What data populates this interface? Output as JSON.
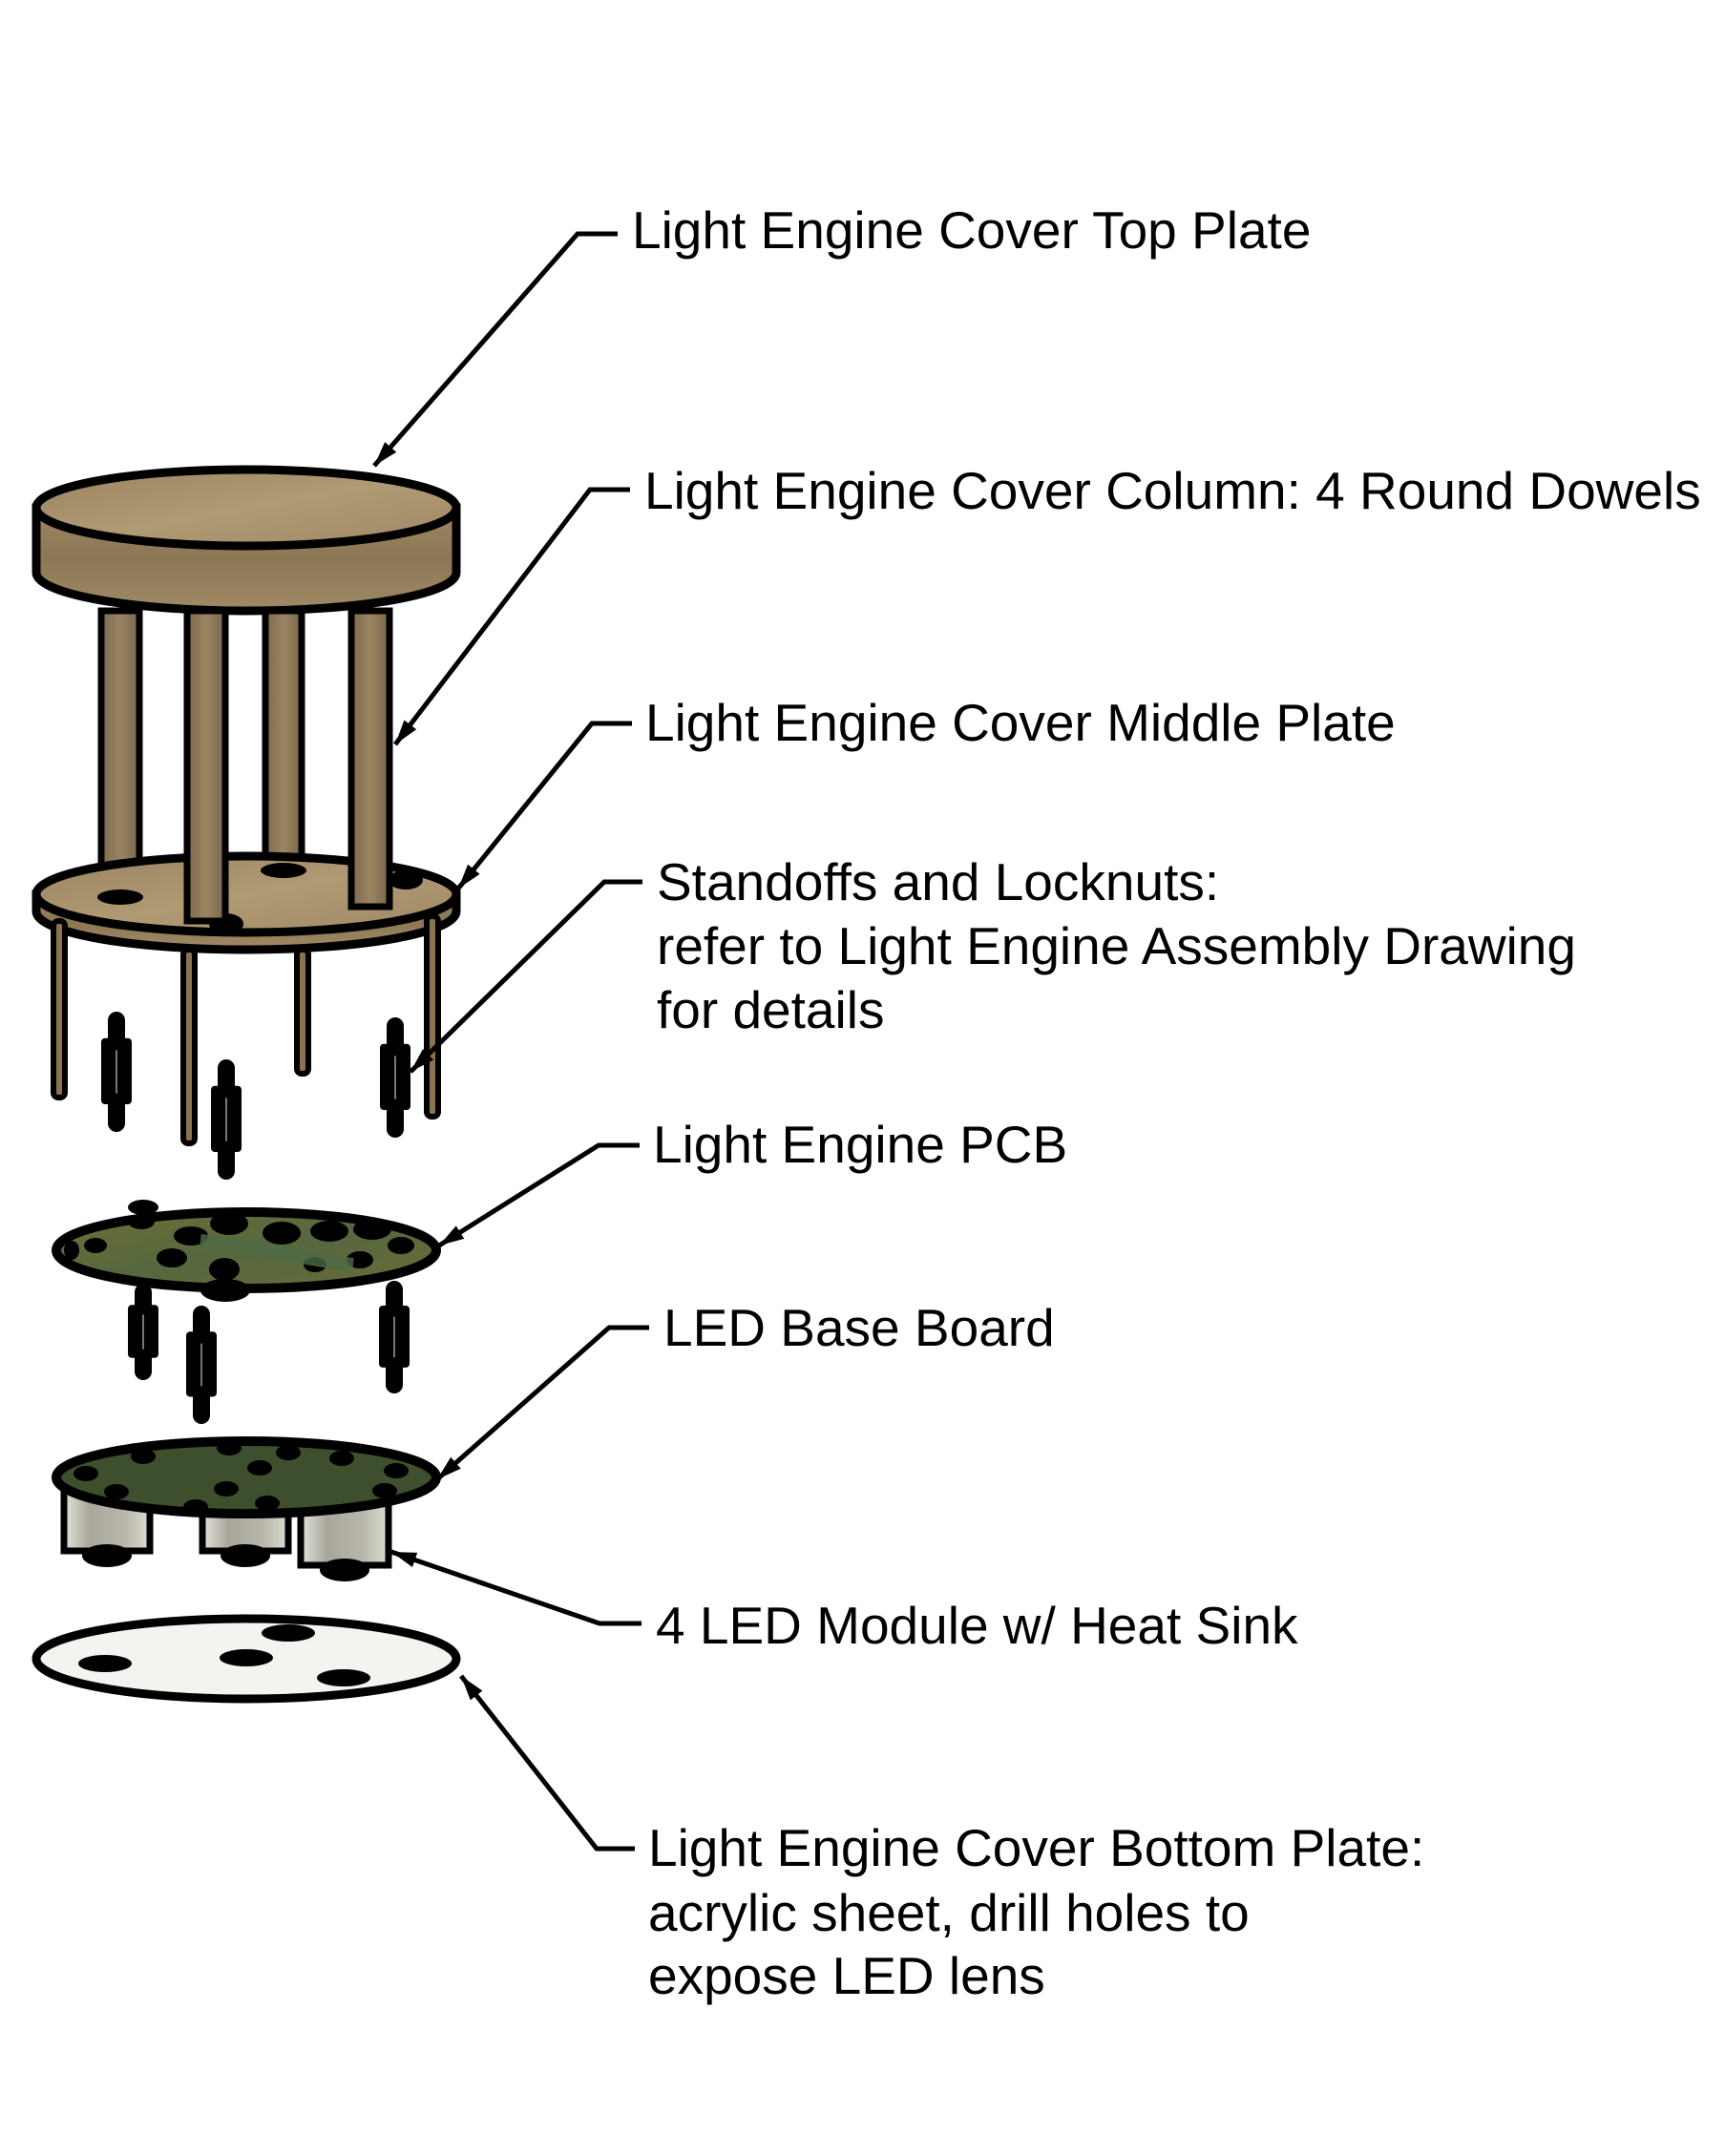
{
  "diagram": {
    "type": "exploded assembly view",
    "subject": "Light Engine Cover assembly"
  },
  "labels": [
    {
      "id": "top-plate",
      "lines": [
        "Light Engine Cover Top Plate"
      ]
    },
    {
      "id": "column",
      "lines": [
        "Light Engine Cover Column: 4 Round Dowels"
      ]
    },
    {
      "id": "middle-plate",
      "lines": [
        "Light Engine Cover Middle Plate"
      ]
    },
    {
      "id": "standoffs",
      "lines": [
        "Standoffs and Locknuts:",
        "refer to Light Engine Assembly Drawing",
        "for details"
      ]
    },
    {
      "id": "pcb",
      "lines": [
        "Light Engine PCB"
      ]
    },
    {
      "id": "led-base-board",
      "lines": [
        "LED Base Board"
      ]
    },
    {
      "id": "led-module",
      "lines": [
        "4 LED Module w/ Heat Sink"
      ]
    },
    {
      "id": "bottom-plate",
      "lines": [
        "Light Engine Cover Bottom Plate:",
        "acrylic sheet, drill holes to",
        "expose LED lens"
      ]
    }
  ],
  "colors": {
    "wood_top": "#a38d6a",
    "wood_side": "#8f7a58",
    "wood_dowel": "#8a7556",
    "pcb_fill": "#6b6b34",
    "pcb_trace": "#4f6a45",
    "led_board_fill": "#3d4f2c",
    "heat_sink": "#c2c0b4",
    "acrylic": "#f4f3ef",
    "line": "#000000"
  }
}
